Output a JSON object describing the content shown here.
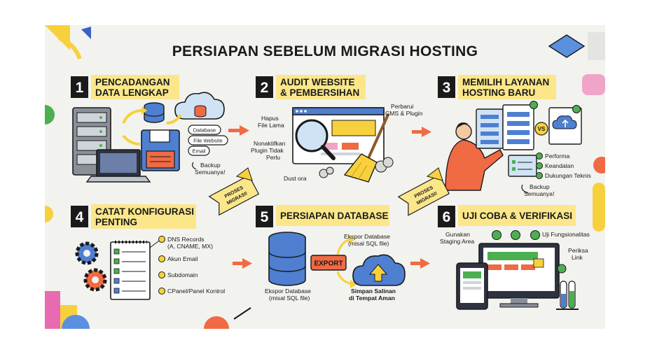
{
  "title": "PERSIAPAN SEBELUM MIGRASI HOSTING",
  "steps": [
    {
      "num": "1",
      "line1": "PENCADANGAN",
      "line2": "DATA LENGKAP",
      "items": [
        "Database",
        "File Website",
        "Email"
      ],
      "note1": "Backup",
      "note2": "Semuanya!"
    },
    {
      "num": "2",
      "line1": "AUDIT WEBSITE",
      "line2": "& PEMBERSIHAN",
      "hapus1": "Hapus",
      "hapus2": "File Lama",
      "non1": "Nonaktifkan",
      "non2": "Plugin Tidak",
      "non3": "Perlu",
      "perb1": "Perbarui",
      "perb2": "CMS & Plugin",
      "dust": "Dust ora"
    },
    {
      "num": "3",
      "line1": "MEMILIH LAYANAN",
      "line2": "HOSTING BARU",
      "vs": "VS",
      "items": [
        "Performa",
        "Keandalan",
        "Dukungan Teknis"
      ],
      "note1": "Backup",
      "note2": "Semuanya!"
    },
    {
      "num": "4",
      "line1": "CATAT KONFIGURASI",
      "line2": "PENTING",
      "dns1": "DNS Records",
      "dns2": "(A, CNAME, MX)",
      "items": [
        "Akun Email",
        "Subdomain",
        "CPanel/Panel Kontrol"
      ]
    },
    {
      "num": "5",
      "line1": "PERSIAPAN DATABASE",
      "export": "EXPORT",
      "ek1": "Ekspor Database",
      "ek2": "(misal SQL file)",
      "ekb1": "Ekspor Database",
      "ekb2": "(misal SQL file)",
      "sim1": "Simpan Salinan",
      "sim2": "di Tempat Aman"
    },
    {
      "num": "6",
      "line1": "UJI COBA & VERIFIKASI",
      "gun1": "Gunakan",
      "gun2": "Staging Area",
      "uji": "Uji Fungsionalitas",
      "per1": "Periksa",
      "per2": "Link"
    }
  ],
  "ribbons": [
    {
      "line1": "PROSES",
      "line2": "MIGRASI!"
    },
    {
      "line1": "PROSES",
      "line2": "MIGRASI!"
    }
  ],
  "colors": {
    "yellow": "#fbe78a",
    "dark": "#1a1a1a",
    "blue": "#4e7fd0",
    "orange": "#f06a44",
    "green": "#4caf50",
    "lightblue": "#cfe3f5"
  }
}
